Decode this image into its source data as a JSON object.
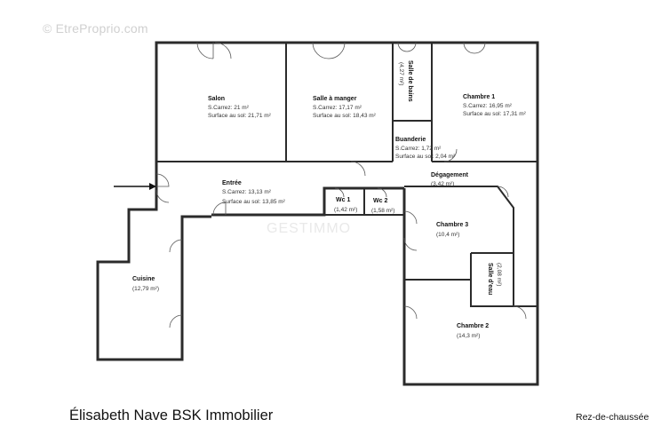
{
  "watermark": "© EtreProprio.com",
  "center_watermark": "GESTIMMO",
  "agency": "Élisabeth Nave BSK Immobilier",
  "level": "Rez-de-chaussée",
  "rooms": {
    "salon": {
      "name": "Salon",
      "l1": "S.Carrez: 21 m²",
      "l2": "Surface au sol: 21,71 m²"
    },
    "salle_a_manger": {
      "name": "Salle à manger",
      "l1": "S.Carrez: 17,17 m²",
      "l2": "Surface au sol: 18,43 m²"
    },
    "salle_de_bains": {
      "name": "Salle de bains",
      "l1": "(4,27 m²)"
    },
    "chambre1": {
      "name": "Chambre 1",
      "l1": "S.Carrez: 16,95 m²",
      "l2": "Surface au sol: 17,31 m²"
    },
    "buanderie": {
      "name": "Buanderie",
      "l1": "S.Carrez: 1,72 m²",
      "l2": "Surface au sol: 2,04 m²"
    },
    "entree": {
      "name": "Entrée",
      "l1": "S.Carrez: 13,13 m²",
      "l2": "Surface au sol: 13,85 m²"
    },
    "degagement": {
      "name": "Dégagement",
      "l1": "(3,42 m²)"
    },
    "wc1": {
      "name": "Wc 1",
      "l1": "(1,42 m²)"
    },
    "wc2": {
      "name": "Wc 2",
      "l1": "(1,58 m²)"
    },
    "chambre3": {
      "name": "Chambre 3",
      "l1": "(10,4 m²)"
    },
    "salle_d_eau": {
      "name": "Salle d'eau",
      "l1": "(2,08 m²)"
    },
    "cuisine": {
      "name": "Cuisine",
      "l1": "(12,79 m²)"
    },
    "chambre2": {
      "name": "Chambre 2",
      "l1": "(14,3 m²)"
    }
  }
}
